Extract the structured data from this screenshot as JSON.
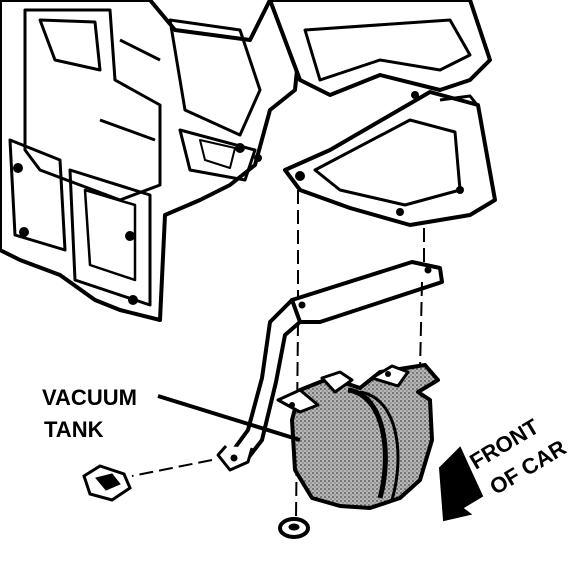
{
  "labels": {
    "vacuum_line1": "VACUUM",
    "vacuum_line2": "TANK",
    "front_line1": "FRONT",
    "front_line2": "OF CAR"
  },
  "colors": {
    "ink": "#000000",
    "paper": "#ffffff",
    "tank_shade": "#9a9a9a"
  }
}
